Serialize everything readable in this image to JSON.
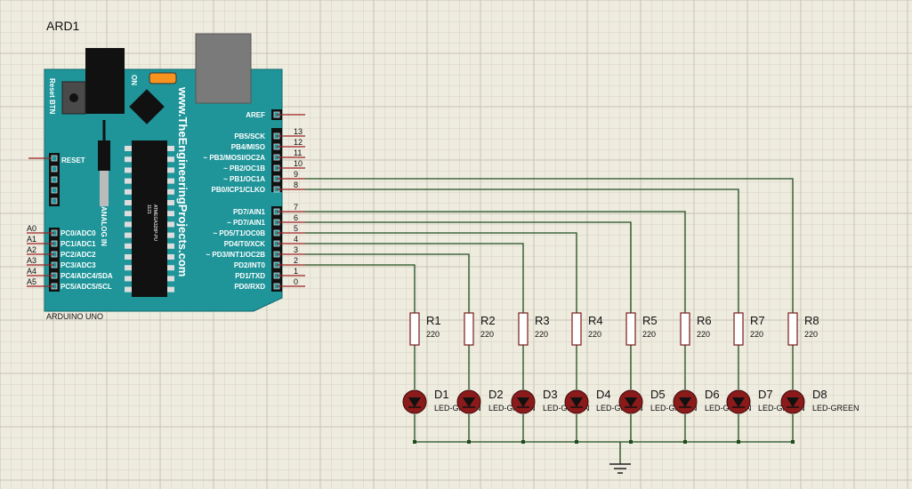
{
  "component_id": "ARD1",
  "board": {
    "name": "ARDUINO UNO",
    "side_text": "www.TheEngineeringProjects.com",
    "reset_btn": "Reset BTN",
    "on_label": "ON",
    "analog_in": "ANALOG IN",
    "chip_text": "ATMEGA328P-PU",
    "chip_num": "1121",
    "reset_pin": "RESET",
    "colors": {
      "board": "#1f959a",
      "led_dark": "#8b1a1a",
      "wire": "#1f4d1f",
      "pin": "#9b2222"
    }
  },
  "left_pins": [
    {
      "num": "A0",
      "label": "PC0/ADC0"
    },
    {
      "num": "A1",
      "label": "PC1/ADC1"
    },
    {
      "num": "A2",
      "label": "PC2/ADC2"
    },
    {
      "num": "A3",
      "label": "PC3/ADC3"
    },
    {
      "num": "A4",
      "label": "PC4/ADC4/SDA"
    },
    {
      "num": "A5",
      "label": "PC5/ADC5/SCL"
    }
  ],
  "right_top": [
    {
      "num": "",
      "label": "AREF"
    }
  ],
  "right_group1": [
    {
      "num": "13",
      "label": "PB5/SCK"
    },
    {
      "num": "12",
      "label": "PB4/MISO"
    },
    {
      "num": "11",
      "label": "~ PB3/MOSI/OC2A"
    },
    {
      "num": "10",
      "label": "~ PB2/OC1B"
    },
    {
      "num": "9",
      "label": "~ PB1/OC1A"
    },
    {
      "num": "8",
      "label": "PB0/ICP1/CLKO"
    }
  ],
  "right_group2": [
    {
      "num": "7",
      "label": "PD7/AIN1"
    },
    {
      "num": "6",
      "label": "~ PD7/AIN1"
    },
    {
      "num": "5",
      "label": "~ PD5/T1/OC0B"
    },
    {
      "num": "4",
      "label": "PD4/T0/XCK"
    },
    {
      "num": "3",
      "label": "~ PD3/INT1/OC2B"
    },
    {
      "num": "2",
      "label": "PD2/INT0"
    },
    {
      "num": "1",
      "label": "PD1/TXD"
    },
    {
      "num": "0",
      "label": "PD0/RXD"
    }
  ],
  "resistors": [
    {
      "ref": "R1",
      "value": "220"
    },
    {
      "ref": "R2",
      "value": "220"
    },
    {
      "ref": "R3",
      "value": "220"
    },
    {
      "ref": "R4",
      "value": "220"
    },
    {
      "ref": "R5",
      "value": "220"
    },
    {
      "ref": "R6",
      "value": "220"
    },
    {
      "ref": "R7",
      "value": "220"
    },
    {
      "ref": "R8",
      "value": "220"
    }
  ],
  "leds": [
    {
      "ref": "D1",
      "type": "LED-GREEN"
    },
    {
      "ref": "D2",
      "type": "LED-GREEN"
    },
    {
      "ref": "D3",
      "type": "LED-GREEN"
    },
    {
      "ref": "D4",
      "type": "LED-GREEN"
    },
    {
      "ref": "D5",
      "type": "LED-GREEN"
    },
    {
      "ref": "D6",
      "type": "LED-GREEN"
    },
    {
      "ref": "D7",
      "type": "LED-GREEN"
    },
    {
      "ref": "D8",
      "type": "LED-GREEN"
    }
  ]
}
